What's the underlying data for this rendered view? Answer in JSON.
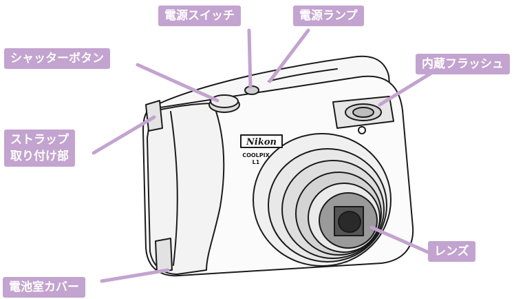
{
  "labels": {
    "power_switch": "電源スイッチ",
    "power_lamp": "電源ランプ",
    "shutter_button": "シャッターボタン",
    "builtin_flash": "内蔵フラッシュ",
    "strap_mount_line1": "ストラップ",
    "strap_mount_line2": "取り付け部",
    "lens": "レンズ",
    "battery_cover": "電池室カバー"
  },
  "camera": {
    "brand": "Nikon",
    "model_line1": "COOLPIX",
    "model_line2": "L1"
  },
  "colors": {
    "callout_fill": "#c3a3cf",
    "leader_line": "#c3a3cf",
    "label_text": "#ffffff",
    "outline": "#1a1a1a"
  }
}
